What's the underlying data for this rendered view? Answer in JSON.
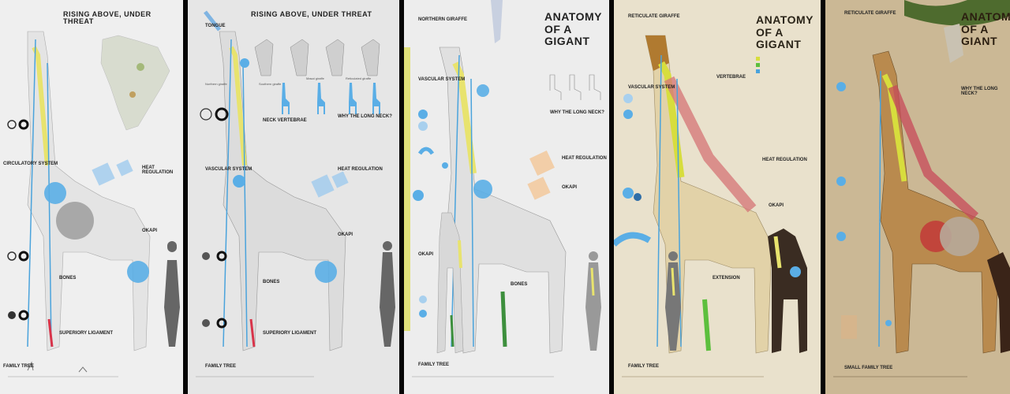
{
  "panels": [
    {
      "title": "RISING ABOVE, UNDER THREAT",
      "labels": [
        "CIRCULATORY SYSTEM",
        "HEAT REGULATION",
        "OKAPI",
        "BONES",
        "SUPERIORY LIGAMENT",
        "FAMILY TREE"
      ]
    },
    {
      "title": "RISING ABOVE, UNDER THREAT",
      "labels": [
        "TONGUE",
        "VASCULAR SYSTEM",
        "HEAT REGULATION",
        "WHY THE LONG NECK?",
        "OKAPI",
        "BONES",
        "SUPERIORY LIGAMENT",
        "FAMILY TREE",
        "NECK VERTEBRAE"
      ],
      "species": [
        "Northern giraffe",
        "Southern giraffe",
        "Masai giraffe",
        "Reticulated giraffe"
      ]
    },
    {
      "title_line1": "ANATOMY",
      "title_line2": "OF A GIGANT",
      "labels": [
        "NORTHERN GIRAFFE",
        "HEAT REGULATION",
        "VASCULAR SYSTEM",
        "WHY THE LONG NECK?",
        "OKAPI",
        "BONES",
        "FAMILY TREE",
        "OKAPI"
      ]
    },
    {
      "title_line1": "ANATOMY",
      "title_line2": "OF A GIGANT",
      "labels": [
        "RETICULATE GIRAFFE",
        "VERTEBRAE",
        "HEAT REGULATION",
        "VASCULAR SYSTEM",
        "OKAPI",
        "EXTENSION",
        "FAMILY TREE"
      ]
    },
    {
      "title_line1": "ANATOMY",
      "title_line2": "OF A GIANT",
      "labels": [
        "RETICULATE GIRAFFE",
        "WHY THE LONG NECK?",
        "SMALL FAMILY TREE"
      ]
    }
  ]
}
